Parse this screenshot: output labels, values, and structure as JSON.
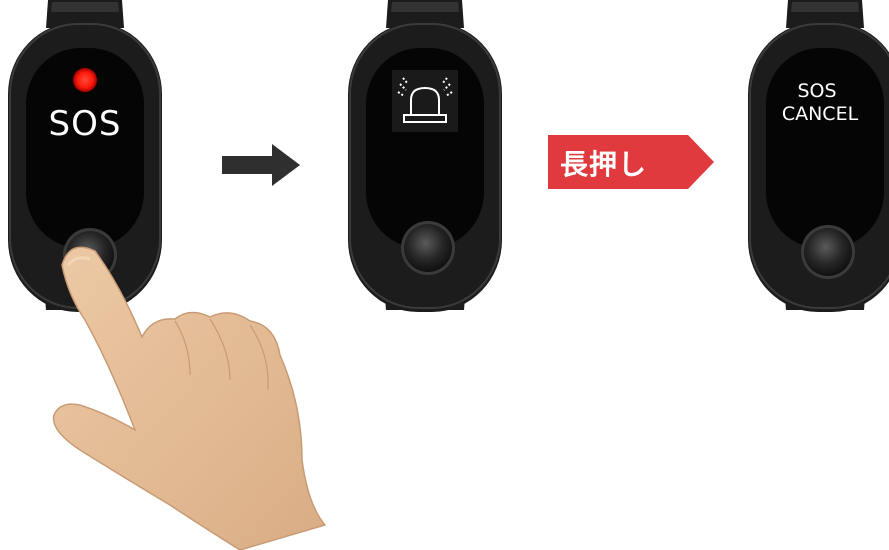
{
  "colors": {
    "band": "#1c1c1c",
    "band_edge": "#2b2b2b",
    "screen": "#050505",
    "led_red": "#ff2a1a",
    "arrow": "#2f2f2f",
    "badge_red": "#e03a3e",
    "skin": "#e6c09a",
    "skin_shade": "#cfa27a"
  },
  "steps": [
    {
      "screen_text": "SOS",
      "icons": [
        "red-led-icon",
        "finger-press-icon"
      ]
    },
    {
      "screen_text": "",
      "icons": [
        "alarm-light-icon"
      ]
    },
    {
      "screen_text_lines": [
        "SOS",
        "CANCEL"
      ]
    }
  ],
  "arrow": {
    "icon": "right-arrow-icon"
  },
  "badge": {
    "label": "長押し",
    "icon": "chevron-right-badge"
  }
}
